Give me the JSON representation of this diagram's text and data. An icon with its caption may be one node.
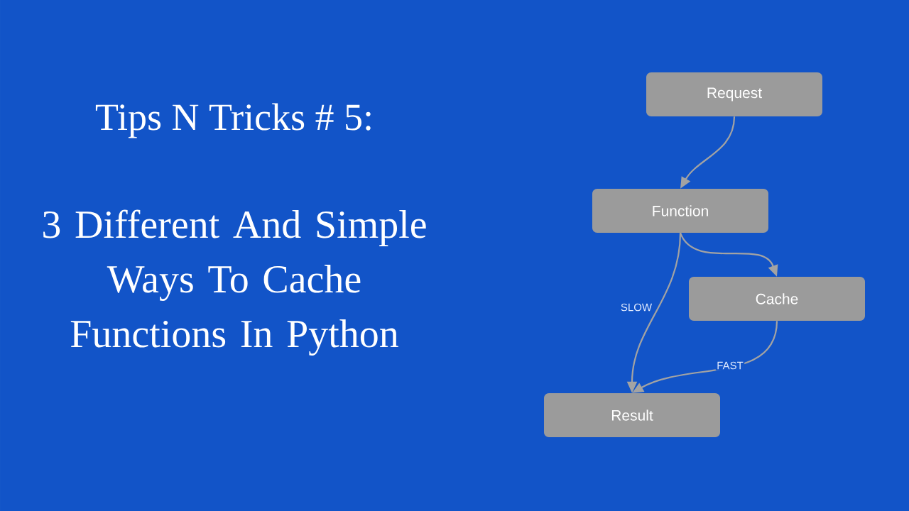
{
  "diagram": {
    "title": "Tips N Tricks # 5:",
    "nodes": [
      {
        "text": [
          "Request"
        ]
      },
      {
        "text": [
          "Function"
        ]
      },
      {
        "text": [
          "Cache"
        ]
      },
      {
        "text": [
          "Result"
        ]
      }
    ],
    "edges": [
      {
        "from": 0,
        "to": 1,
        "arrow": "to"
      },
      {
        "from": 1,
        "to": 2,
        "arrow": "to"
      },
      {
        "from": 1,
        "to": 3,
        "arrow": "to",
        "label": "SLOW"
      },
      {
        "from": 2,
        "to": 3,
        "arrow": "to",
        "label": "FAST"
      }
    ],
    "labels": [
      "3 Different And Simple Ways To Cache Functions In Python"
    ]
  }
}
